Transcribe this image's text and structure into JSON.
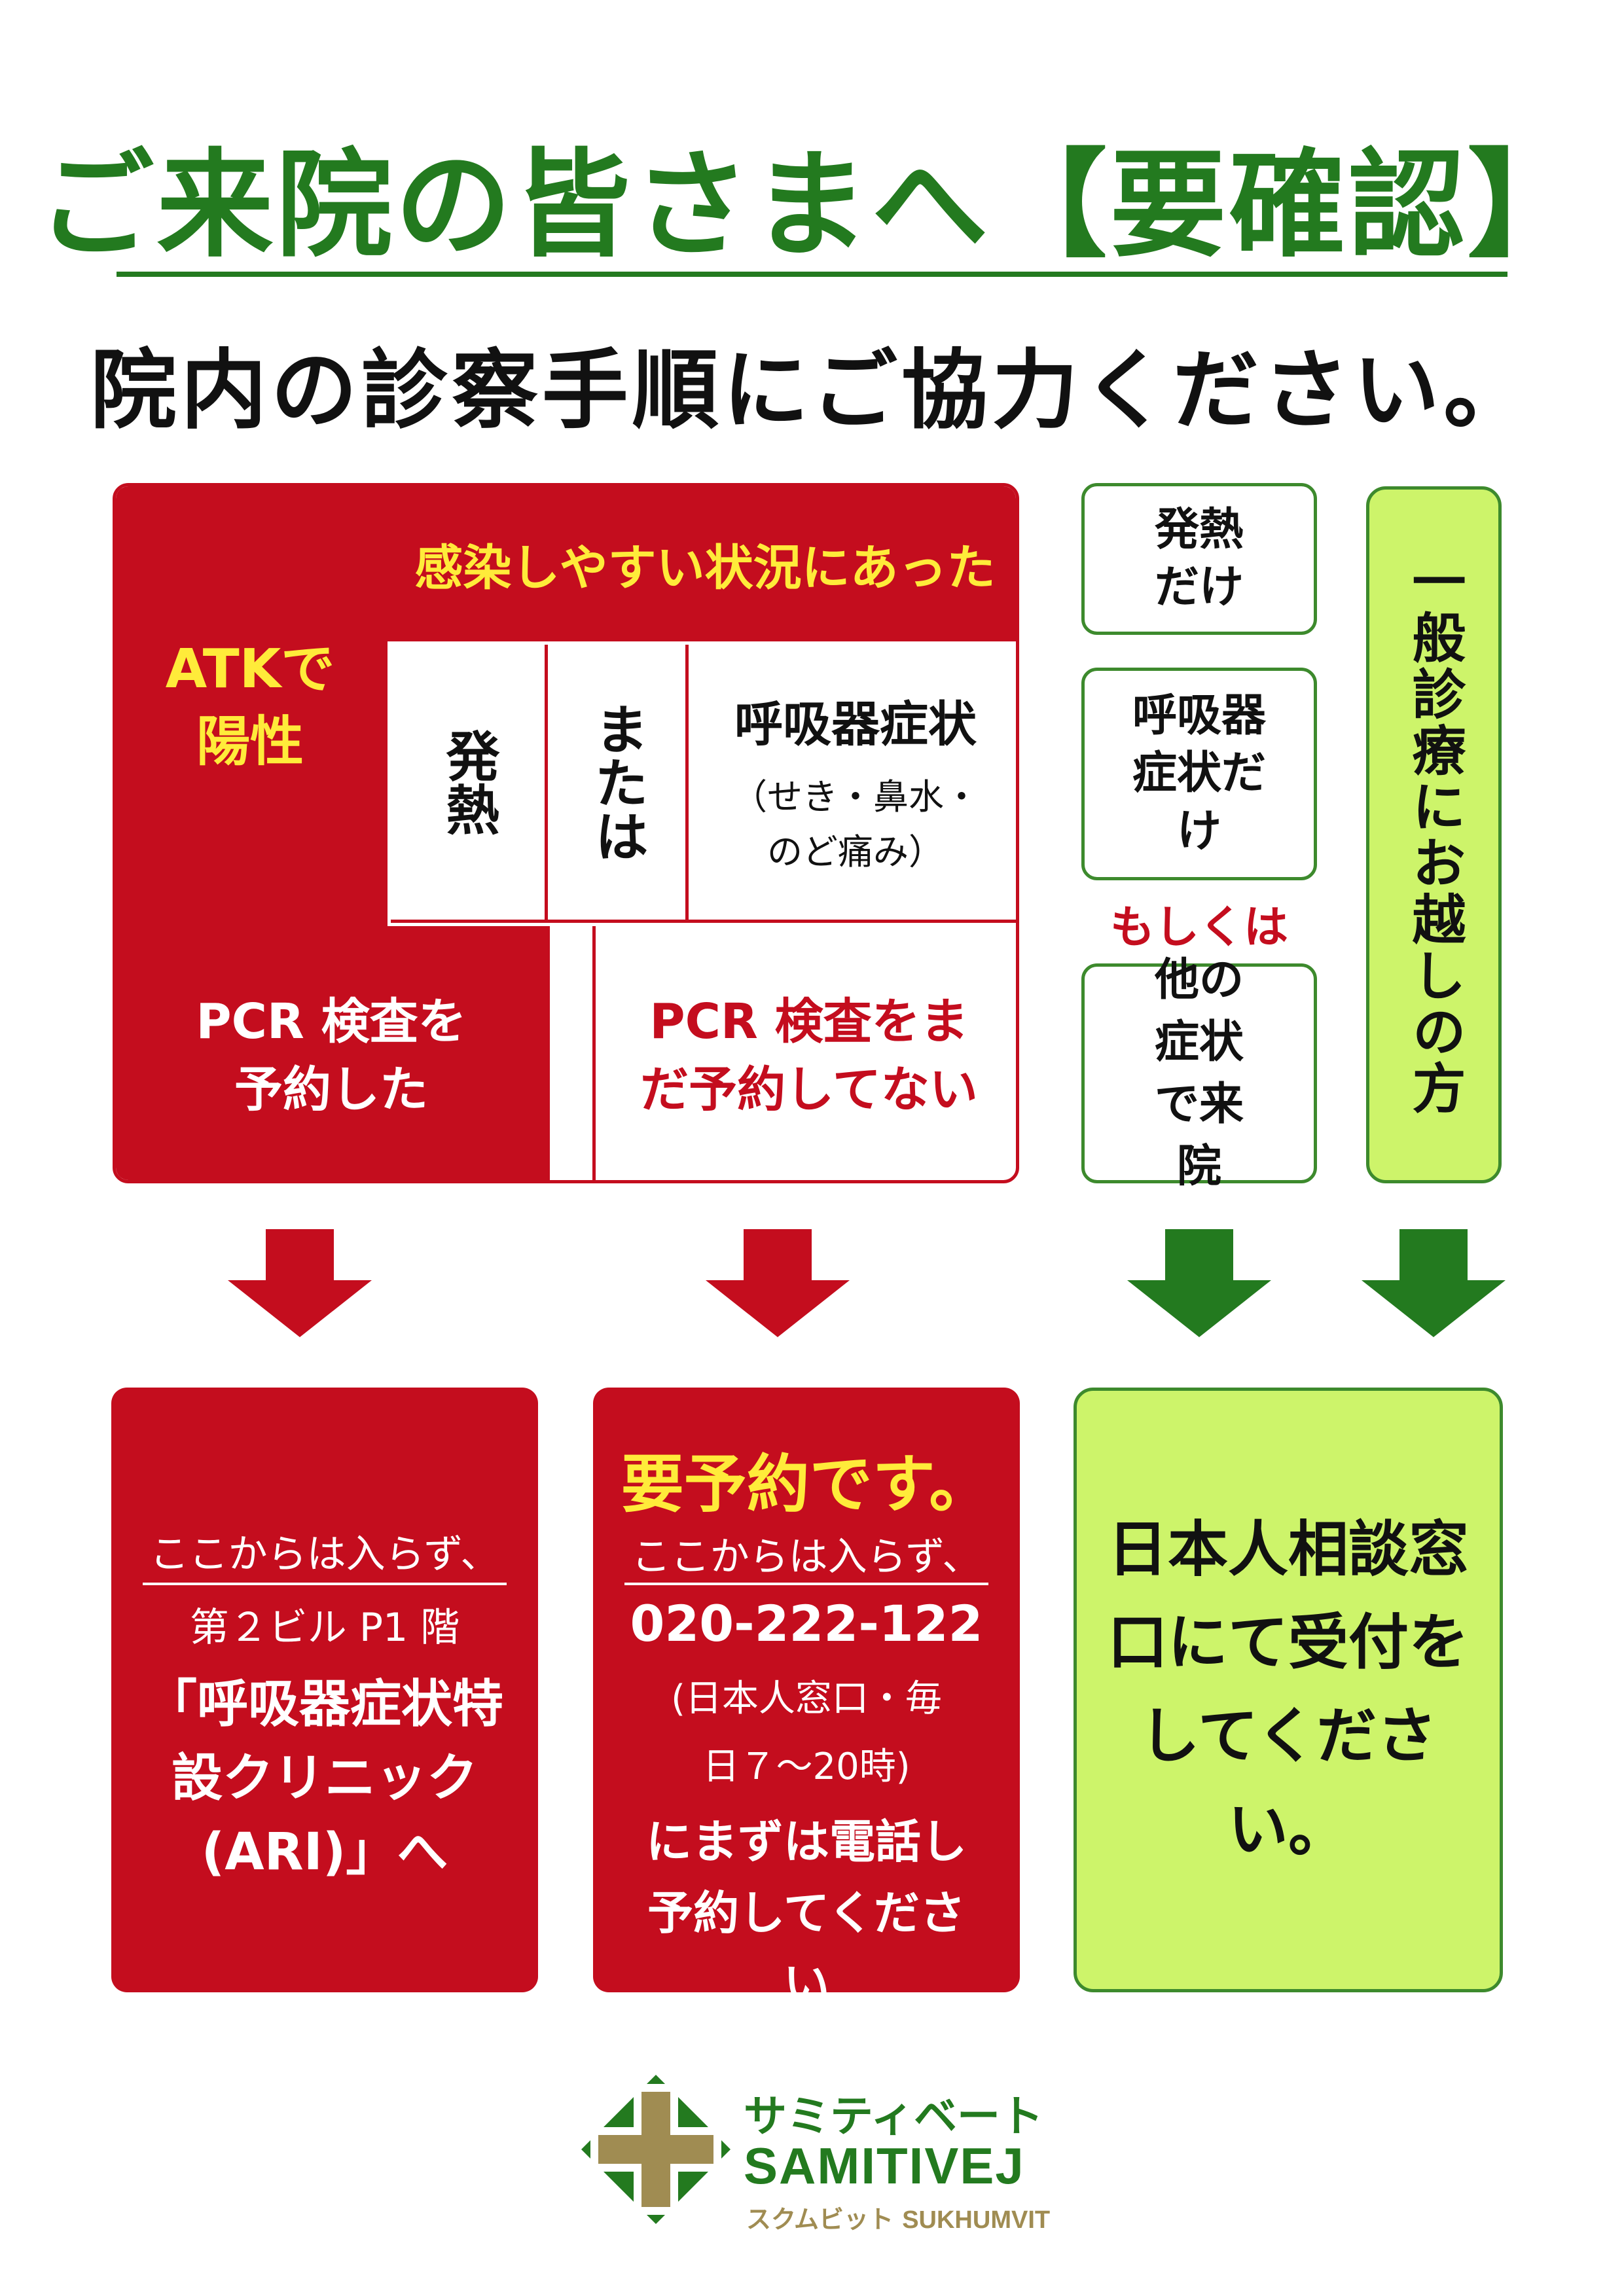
{
  "header": {
    "title": "ご来院の皆さまへ【要確認】",
    "subtitle": "院内の診察手順にご協力ください。"
  },
  "flow": {
    "atk_positive": "ATKで陽性",
    "infection_risk": "感染しやすい状況にあった",
    "fever": "発熱",
    "or": "または",
    "respiratory": "呼吸器症状",
    "respiratory_examples": "（せき・鼻水・のど痛み）",
    "pcr_booked": "PCR 検査を予約した",
    "pcr_not_booked": "PCR 検査をまだ予約してない",
    "fever_only": "発熱だけ",
    "respiratory_only": "呼吸器症状だけ",
    "or_else": "もしくは",
    "other_symptoms": "他の症状で来院",
    "general": "一般診療にお越しの方"
  },
  "results": {
    "ari": {
      "no_entry": "ここからは入らず、",
      "location": "第２ビル P1 階",
      "clinic": "「呼吸器症状特設クリニック(ARI)」へ"
    },
    "reservation": {
      "heading": "要予約です。",
      "no_entry": "ここからは入らず、",
      "phone": "020-222-122",
      "hours": "(日本人窓口・毎日７～20時)",
      "action": "にまずは電話し予約してください"
    },
    "japanese_desk": {
      "text": "日本人相談窓口にて受付をしてください。"
    }
  },
  "logo": {
    "katakana": "サミティベート",
    "name": "SAMITIVEJ",
    "branch_katakana": "スクムビット",
    "branch": "SUKHUMVIT"
  },
  "colors": {
    "red": "#c40d1e",
    "green": "#237a1f",
    "lime": "#cdf46a",
    "yellow": "#ffeb3a",
    "gold": "#a08c52"
  }
}
